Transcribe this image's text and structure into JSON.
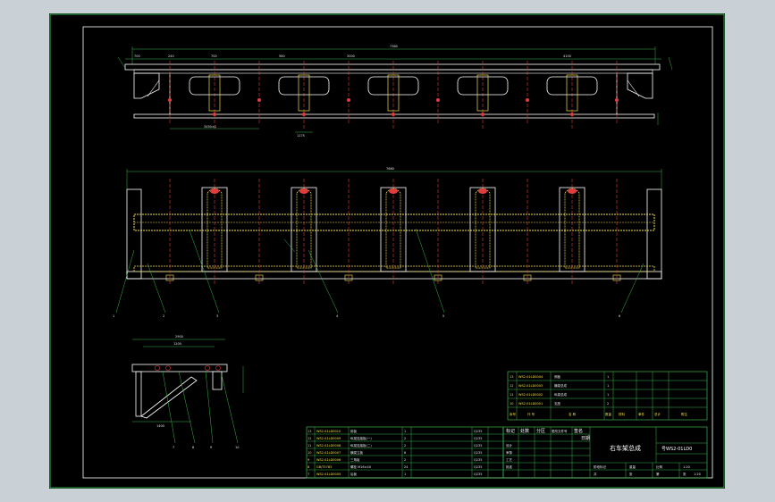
{
  "drawing": {
    "title": "右车架总成",
    "drawing_no": "号WS2-01LD0",
    "scale_label": "1:20",
    "sheet_label": "1:20",
    "dimensions": {
      "top_overall": "7380",
      "top_left_a": "700",
      "top_left_b": "240",
      "top_mid_a": "700",
      "top_mid_b": "580",
      "top_mid_c": "3000",
      "top_right": "4100",
      "bottom_left": "3450±1",
      "bottom_mid": "1175",
      "plan_overall": "7680",
      "detail_overall": "2900",
      "detail_inner": "1200",
      "detail_bottom": "1400"
    },
    "balloons": [
      "1",
      "2",
      "3",
      "4",
      "5",
      "6",
      "7",
      "8",
      "9",
      "10"
    ],
    "bom_upper": [
      {
        "no": "13",
        "code": "WS2-01LD0004",
        "name": "侧板",
        "qty": "1"
      },
      {
        "no": "12",
        "code": "WS2-01LD0003",
        "name": "横梁总成",
        "qty": "1"
      },
      {
        "no": "11",
        "code": "WS2-01LD0002",
        "name": "纵梁总成",
        "qty": "1"
      },
      {
        "no": "10",
        "code": "WS2-01LD0001",
        "name": "支座",
        "qty": "2"
      }
    ],
    "bom_upper_header": [
      "序号",
      "代 号",
      "名 称",
      "数量",
      "材料",
      "单件",
      "总计",
      "附注"
    ],
    "bom_lower": [
      {
        "no": "13",
        "code": "WS2-01LD0010",
        "name": "前板",
        "qty": "1",
        "mat": "Q235"
      },
      {
        "no": "12",
        "code": "WS2-01LD0009",
        "name": "纵梁连接板(一)",
        "qty": "2",
        "mat": "Q235"
      },
      {
        "no": "11",
        "code": "WS2-01LD0008",
        "name": "纵梁连接板(二)",
        "qty": "2",
        "mat": "Q235"
      },
      {
        "no": "10",
        "code": "WS2-01LD0007",
        "name": "横梁立板",
        "qty": "6",
        "mat": "Q235"
      },
      {
        "no": "9",
        "code": "WS2-01LD0006",
        "name": "三角板",
        "qty": "2",
        "mat": "Q235"
      },
      {
        "no": "8",
        "code": "GB/T5783",
        "name": "螺栓 M16×40",
        "qty": "24",
        "mat": "Q235"
      },
      {
        "no": "7",
        "code": "WS2-01LD0005",
        "name": "后板",
        "qty": "1",
        "mat": "Q235"
      }
    ],
    "title_block": {
      "labels": [
        "标记",
        "处数",
        "分区",
        "更改文件号",
        "签名",
        "日期"
      ],
      "roles": [
        "设计",
        "审核",
        "工艺",
        "批准"
      ],
      "stage_labels": [
        "阶段标记",
        "重量",
        "比例"
      ],
      "bottom_labels": [
        "共",
        "张",
        "第",
        "张"
      ]
    }
  }
}
